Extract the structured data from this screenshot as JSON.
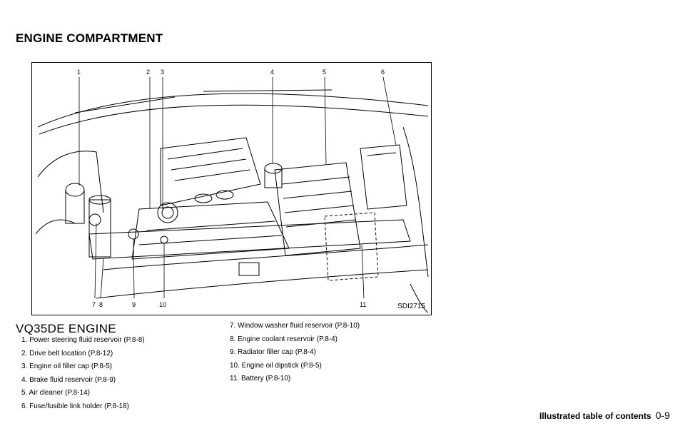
{
  "section_title": "ENGINE COMPARTMENT",
  "figure": {
    "code": "SDI2715",
    "callouts": [
      "1",
      "2",
      "3",
      "4",
      "5",
      "6",
      "7",
      "8",
      "9",
      "10",
      "11"
    ]
  },
  "engine_name": "VQ35DE ENGINE",
  "legend_col1": [
    "1.  Power steering fluid reservoir (P.8-8)",
    "2.  Drive belt location (P.8-12)",
    "3.  Engine oil filler cap (P.8-5)",
    "4.  Brake fluid reservoir (P.8-9)",
    "5.  Air cleaner (P.8-14)",
    "6.  Fuse/fusible link holder (P.8-18)"
  ],
  "legend_col2": [
    "7.  Window washer fluid reservoir (P.8-10)",
    "8.  Engine coolant reservoir (P.8-4)",
    "9.  Radiator filler cap (P.8-4)",
    "10.  Engine oil dipstick (P.8-5)",
    "11.  Battery (P.8-10)"
  ],
  "footer": {
    "label": "Illustrated table of contents",
    "page": "0-9"
  }
}
